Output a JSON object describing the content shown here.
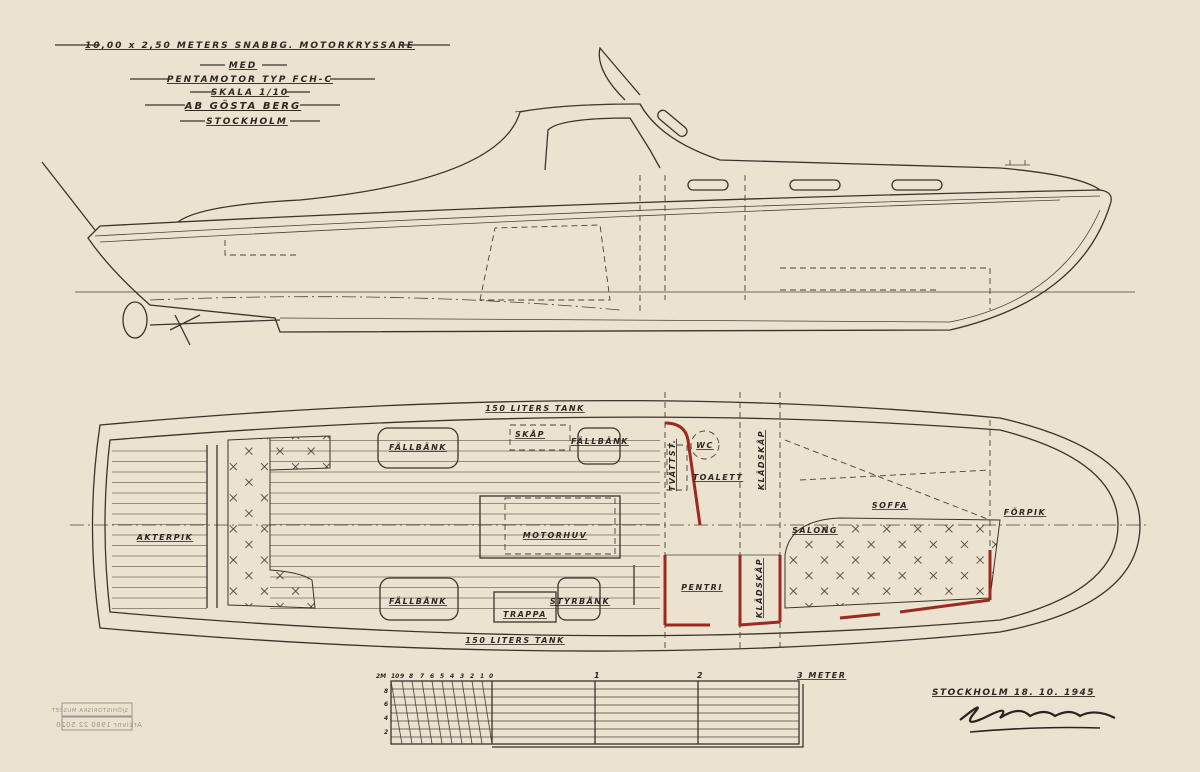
{
  "title_block": {
    "line1": "10,00 x 2,50 METERS SNABBG. MOTORKRYSSARE",
    "line2": "MED",
    "line3": "PENTAMOTOR TYP FCH-C",
    "line4": "SKALA 1/10",
    "line5": "AB GÖSTA BERG",
    "line6": "STOCKHOLM"
  },
  "plan_labels": {
    "tank_top": "150 LITERS TANK",
    "tank_bottom": "150 LITERS TANK",
    "akterpik": "AKTERPIK",
    "fallbank_top": "FÄLLBÄNK",
    "skap": "SKÅP",
    "fallbank_top2": "FÄLLBÄNK",
    "motorhuv": "MOTORHUV",
    "fallbank_bottom": "FÄLLBÄNK",
    "trappa": "TRAPPA",
    "styrbank": "STYRBÄNK",
    "tvattstall": "TVÄTTST.",
    "wc": "WC",
    "toalett": "TOALETT",
    "kladskap_top": "KLÄDSKÅP",
    "soffa": "SOFFA",
    "salong": "SALONG",
    "forpik": "FÖRPIK",
    "pentri": "PENTRI",
    "kladskap_bottom": "KLÄDSKÅP"
  },
  "scale_bar": {
    "left_ticks": [
      "2M",
      "10",
      "9",
      "8",
      "7",
      "6",
      "5",
      "4",
      "3",
      "2",
      "1",
      "0"
    ],
    "main_ticks": [
      "1",
      "2"
    ],
    "end_label": "3 METER",
    "row_labels": [
      "8",
      "6",
      "4",
      "2"
    ]
  },
  "signature_block": {
    "place_date": "STOCKHOLM 18. 10. 1945",
    "signature": "C. Eriksson"
  },
  "museum_stamp": {
    "line1": "SJÖHISTORISKA MUSEET",
    "line2": "Arkivnr 1980 22 5020"
  }
}
